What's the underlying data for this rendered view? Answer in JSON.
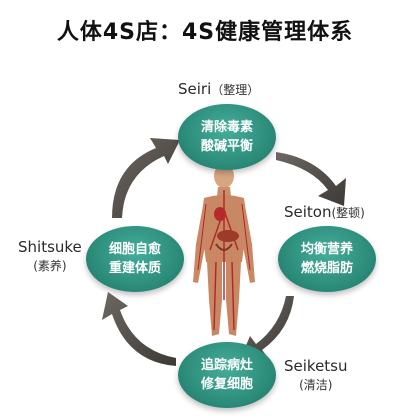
{
  "title": "人体4S店：4S健康管理体系",
  "steps": [
    {
      "name": "Seiri",
      "sub": "（整理）",
      "lines": [
        "清除毒素",
        "酸碱平衡"
      ]
    },
    {
      "name": "Seiton",
      "sub": "(整顿)",
      "lines": [
        "均衡营养",
        "燃烧脂肪"
      ]
    },
    {
      "name": "Seiketsu",
      "sub": "(清洁)",
      "lines": [
        "追踪病灶",
        "修复细胞"
      ]
    },
    {
      "name": "Shitsuke",
      "sub": "(素养)",
      "lines": [
        "细胞自愈",
        "重建体质"
      ]
    }
  ],
  "colors": {
    "ellipse": "#2c8c7a",
    "arrow": "#4a4540"
  }
}
